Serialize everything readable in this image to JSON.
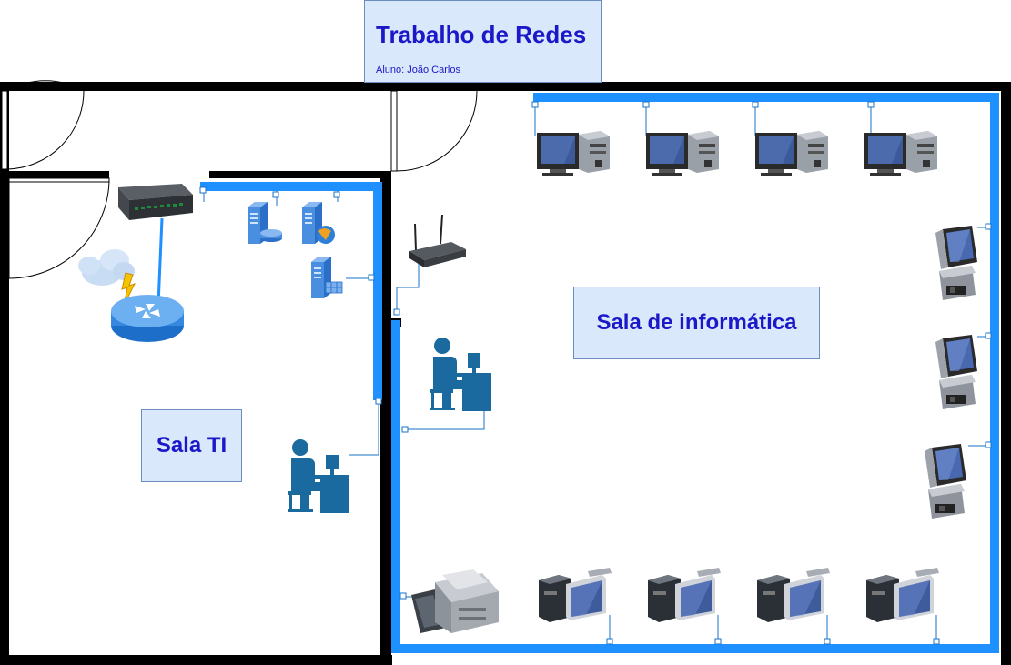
{
  "header": {
    "title": "Trabalho de Redes",
    "student": "Aluno: João Carlos"
  },
  "rooms": {
    "ti": "Sala TI",
    "informatica": "Sala de informática"
  },
  "colors": {
    "wall": "#000000",
    "cable": "#1e90ff",
    "cable_thin": "#1a73c9",
    "label_fill": "#dae8fc",
    "label_border": "#6c8ebf",
    "label_text": "#1b18c9"
  },
  "devices": [
    {
      "name": "switch-icon",
      "kind": "switch"
    },
    {
      "name": "router-icon",
      "kind": "router"
    },
    {
      "name": "cloud-icon",
      "kind": "cloud"
    },
    {
      "name": "database-server-icon",
      "kind": "server"
    },
    {
      "name": "web-server-icon",
      "kind": "server"
    },
    {
      "name": "file-server-icon",
      "kind": "server"
    },
    {
      "name": "wireless-router-icon",
      "kind": "access-point"
    },
    {
      "name": "user-workstation-icon",
      "kind": "user"
    },
    {
      "name": "printer-icon",
      "kind": "printer"
    },
    {
      "name": "desktop-computer-icon",
      "kind": "computer"
    }
  ]
}
